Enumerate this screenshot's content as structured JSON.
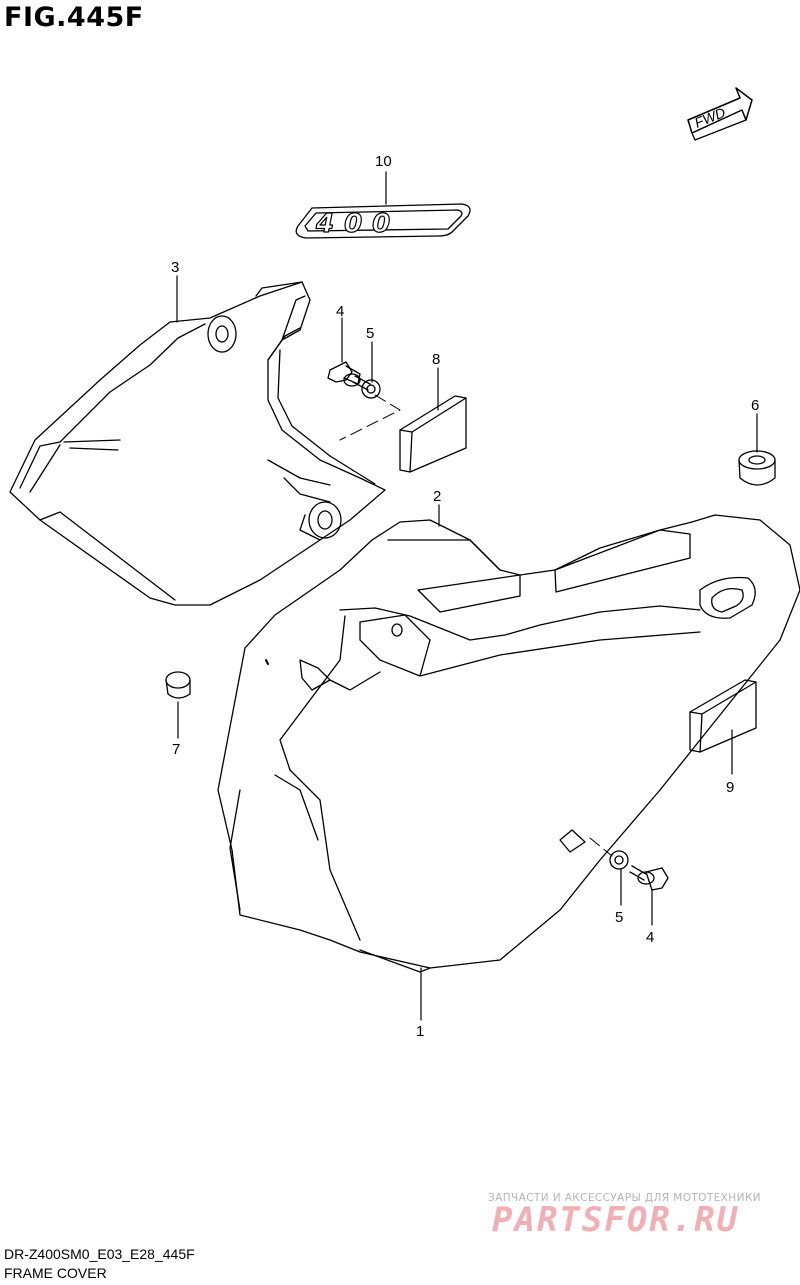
{
  "figure": {
    "title": "FIG.445F",
    "code": "DR-Z400SM0_E03_E28_445F",
    "caption": "FRAME COVER"
  },
  "fwd_label": "FWD",
  "emblem_text": "400",
  "callouts": [
    "10",
    "3",
    "4",
    "5",
    "8",
    "6",
    "2",
    "7",
    "9",
    "5",
    "4",
    "1"
  ],
  "watermark": {
    "subtitle": "ЗАПЧАСТИ И АКСЕССУАРЫ ДЛЯ МОТОТЕХНИКИ",
    "logo": "PARTSFOR.RU"
  }
}
